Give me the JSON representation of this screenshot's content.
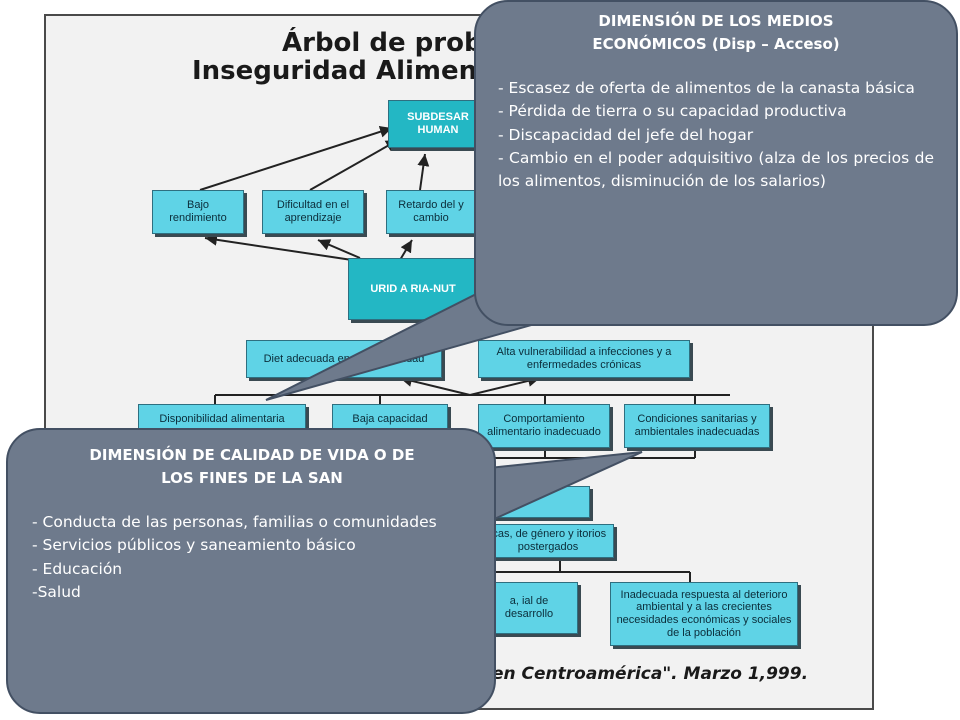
{
  "diagram": {
    "title_line1": "Árbol de prob",
    "title_line2": "Inseguridad Aliment",
    "caption": "en Centroamérica\". Marzo 1,999.",
    "boxes": {
      "subdesarrollo": "SUBDESAR HUMAN",
      "bajo_rendimiento": "Bajo rendimiento",
      "dificultad": "Dificultad en el aprendizaje",
      "retardo": "Retardo del y cambio",
      "inseguridad": "URID A RIA-NUT",
      "dieta": "Diet adecuada en dad y cantidad",
      "vulnerabilidad": "Alta vulnerabilidad a infecciones y a enfermedades crónicas",
      "disponibilidad": "Disponibilidad alimentaria",
      "baja_capacidad": "Baja capacidad",
      "comportamiento": "Comportamiento alimentario inadecuado",
      "condiciones": "Condiciones sanitarias y ambientales inadecuadas",
      "politicas": "icas, de género y itorios postergados",
      "desarrollo": "a, ial de desarrollo",
      "respuesta": "Inadecuada respuesta al deterioro ambiental y a las crecientes necesidades económicas y sociales de la población"
    }
  },
  "bubble_economic": {
    "title_line1": "DIMENSIÓN DE LOS MEDIOS",
    "title_line2": "ECONÓMICOS (Disp – Acceso)",
    "items": [
      "- Escasez de oferta de alimentos de la canasta básica",
      "- Pérdida de tierra o su capacidad productiva",
      "- Discapacidad del jefe del hogar",
      "- Cambio en el poder adquisitivo (alza de los precios de los alimentos, disminución de los salarios)"
    ]
  },
  "bubble_quality": {
    "title_line1": "DIMENSIÓN DE CALIDAD DE VIDA O DE",
    "title_line2": "LOS FINES DE LA SAN",
    "items": [
      "- Conducta de las personas, familias o comunidades",
      "- Servicios públicos y saneamiento básico",
      "- Educación",
      "-Salud"
    ]
  },
  "colors": {
    "box_fill": "#5fd3e6",
    "box_strong": "#23b7c4",
    "bubble_fill": "#6e7a8c",
    "bubble_border": "#435063"
  }
}
